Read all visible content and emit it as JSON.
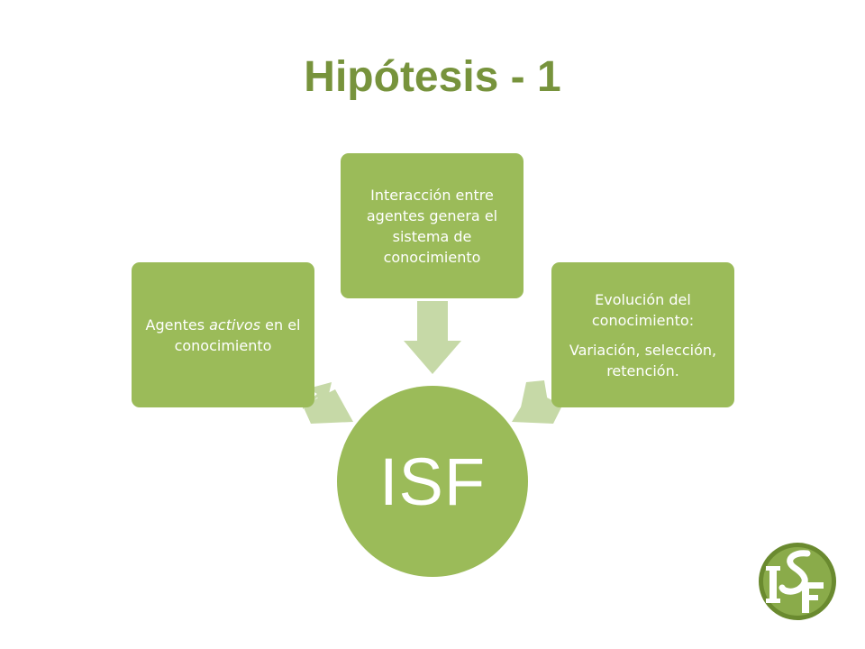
{
  "slide": {
    "title": "Hipótesis - 1",
    "center": {
      "label": "ISF"
    },
    "box_left": {
      "text_before": "Agentes ",
      "text_italic": "activos",
      "text_after": " en el conocimiento"
    },
    "box_top": {
      "text": "Interacción entre agentes genera el sistema de conocimiento"
    },
    "box_right": {
      "line1": "Evolución del conocimiento:",
      "line2": "Variación, selección, retención."
    },
    "logo": {
      "letters": "ISF"
    }
  },
  "colors": {
    "title": "#77933c",
    "box": "#9bbb59",
    "arrow": "#c6d9a7",
    "logo_ring": "#6a8a2f"
  }
}
